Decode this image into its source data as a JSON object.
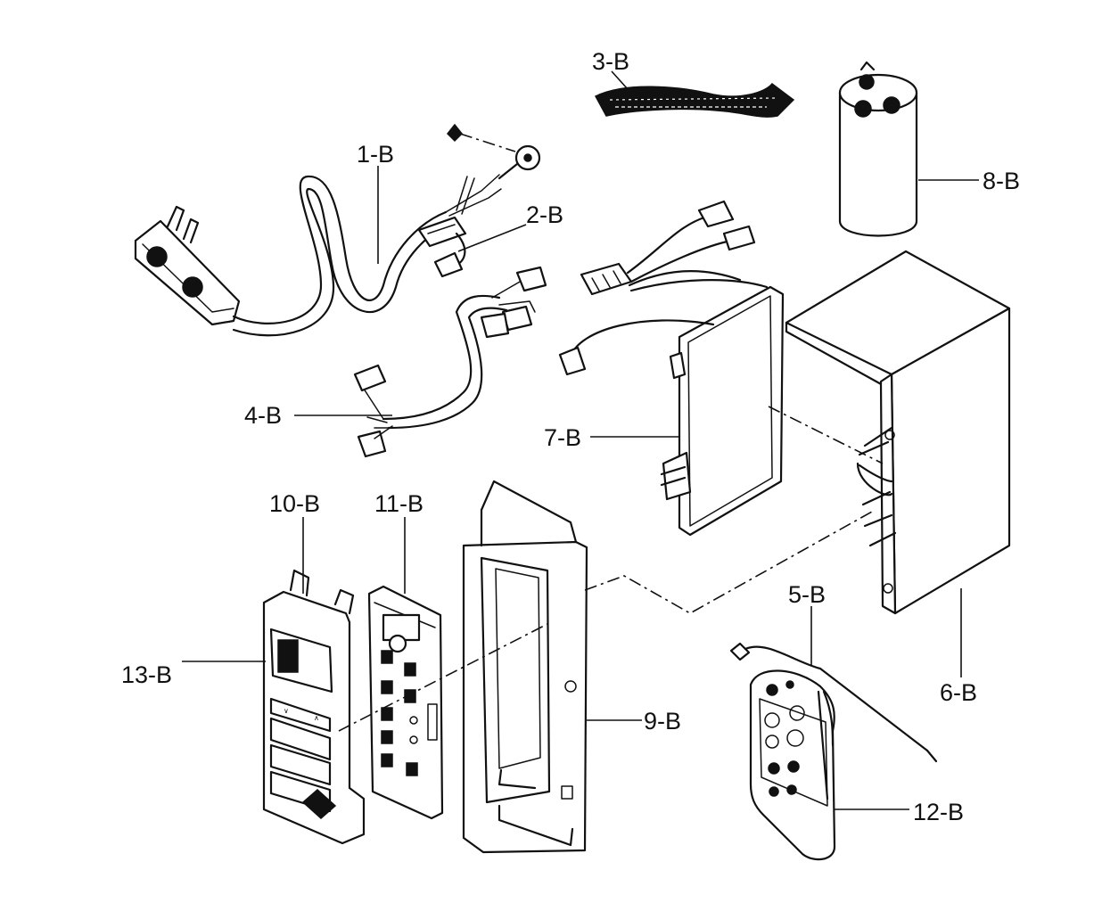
{
  "labels": {
    "p1": "1-B",
    "p2": "2-B",
    "p3": "3-B",
    "p4": "4-B",
    "p5": "5-B",
    "p6": "6-B",
    "p7": "7-B",
    "p8": "8-B",
    "p9": "9-B",
    "p10": "10-B",
    "p11": "11-B",
    "p12": "12-B",
    "p13": "13-B"
  },
  "colors": {
    "line": "#111111",
    "background": "#ffffff"
  }
}
